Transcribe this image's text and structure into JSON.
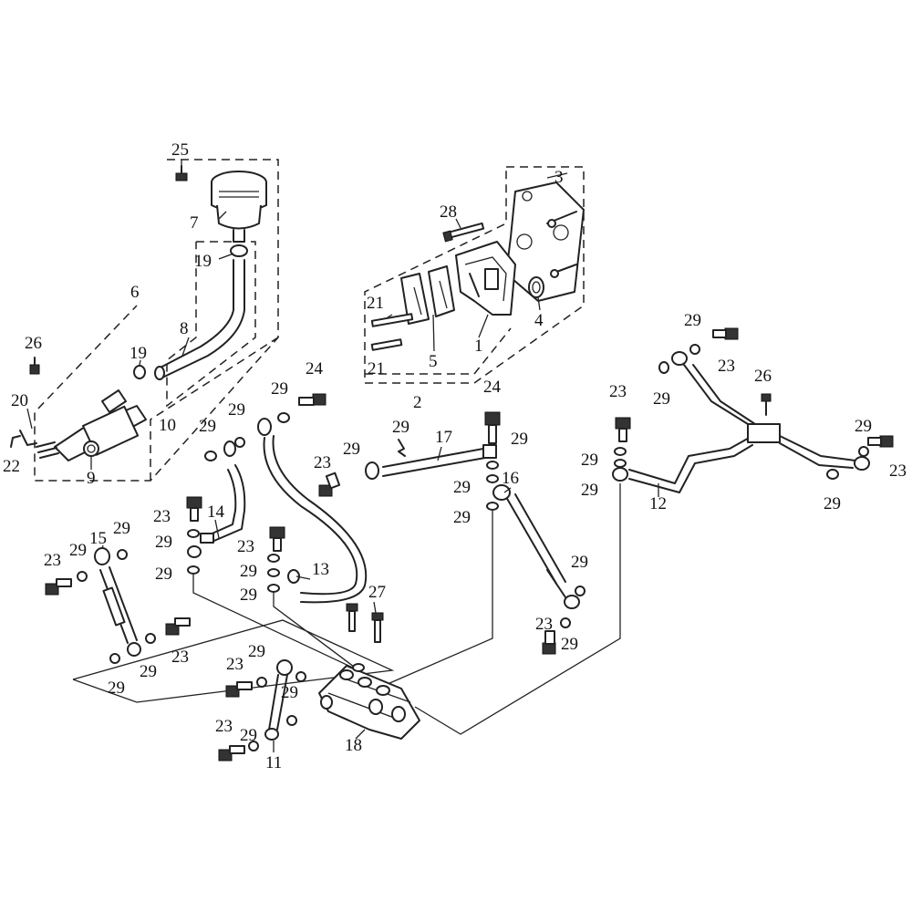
{
  "diagram": {
    "labels": [
      "1",
      "2",
      "3",
      "4",
      "5",
      "6",
      "7",
      "8",
      "9",
      "10",
      "11",
      "12",
      "13",
      "14",
      "15",
      "16",
      "17",
      "18",
      "19",
      "20",
      "21",
      "22",
      "23",
      "24",
      "25",
      "26",
      "27",
      "28",
      "29"
    ]
  },
  "colors": {
    "ink": "#222222",
    "background": "#ffffff"
  }
}
